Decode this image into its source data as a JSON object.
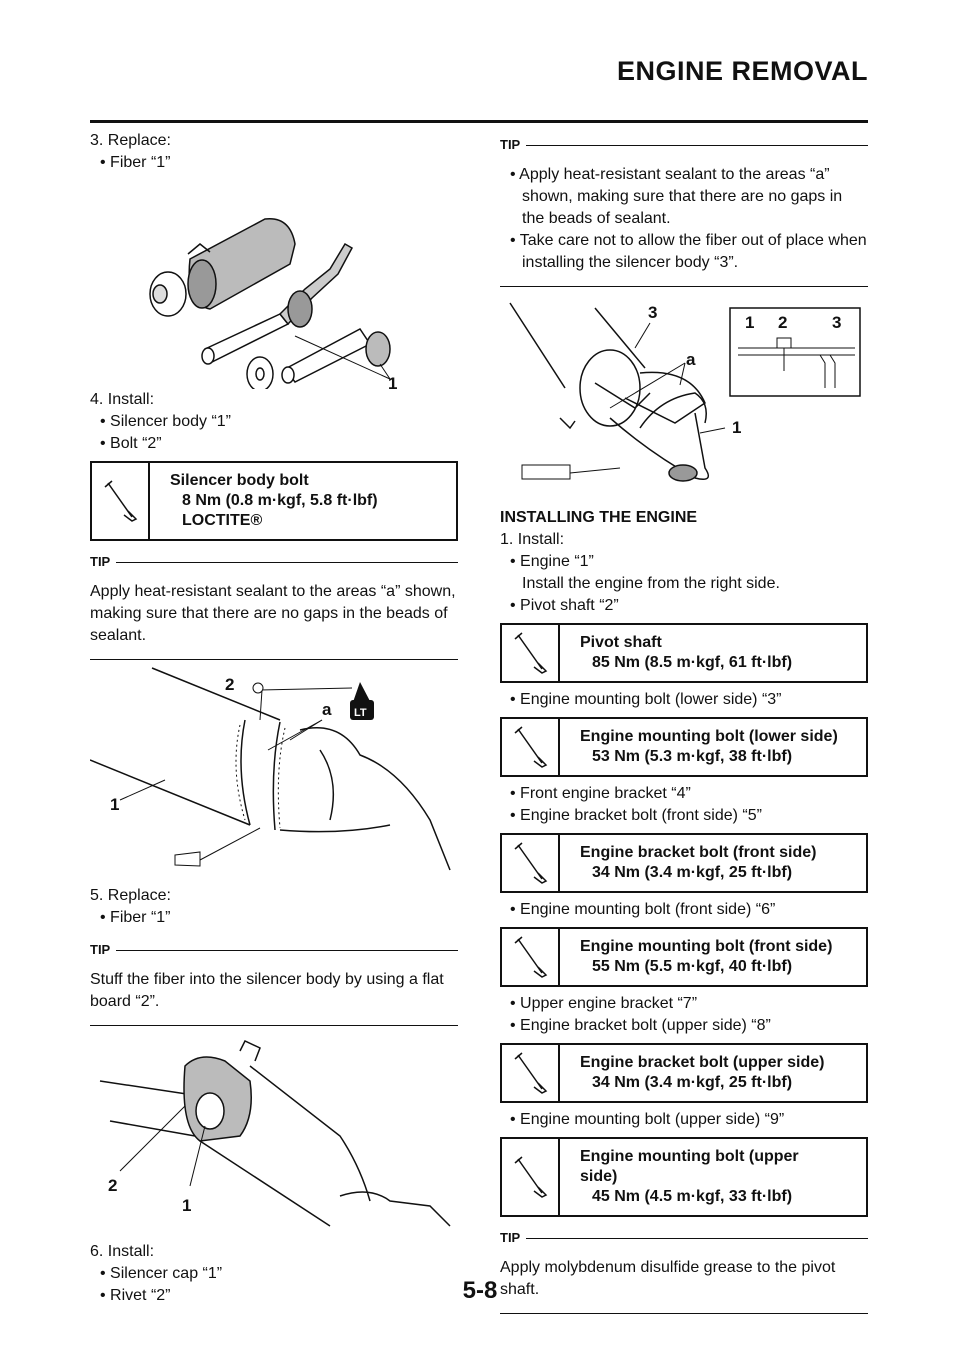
{
  "header": {
    "title": "ENGINE REMOVAL"
  },
  "footer": {
    "page_number": "5-8"
  },
  "left": {
    "step3": {
      "label": "3. Replace:",
      "bullets": [
        "Fiber “1”"
      ]
    },
    "fig1_callouts": [
      "1"
    ],
    "step4": {
      "label": "4. Install:",
      "bullets": [
        "Silencer body “1”",
        "Bolt “2”"
      ]
    },
    "spec1": {
      "name": "Silencer body bolt",
      "value": "8 Nm (0.8 m·kgf, 5.8 ft·lbf)",
      "extra": "LOCTITE®"
    },
    "tip1": {
      "label": "TIP",
      "text": "Apply heat-resistant sealant to the areas “a” shown, making sure that there are no gaps in the beads of sealant."
    },
    "fig2_callouts": [
      "2",
      "a",
      "1",
      "LT"
    ],
    "step5": {
      "label": "5. Replace:",
      "bullets": [
        "Fiber “1”"
      ]
    },
    "tip2": {
      "label": "TIP",
      "text": "Stuff the fiber into the silencer body by using a flat board “2”."
    },
    "fig3_callouts": [
      "2",
      "1"
    ],
    "step6": {
      "label": "6. Install:",
      "bullets": [
        "Silencer cap “1”",
        "Rivet “2”"
      ]
    }
  },
  "right": {
    "tip3": {
      "label": "TIP",
      "bullets": [
        "Apply heat-resistant sealant to the areas “a” shown, making sure that there are no gaps in the beads of sealant.",
        "Take care not to allow the fiber out of place when installing the silencer body “3”."
      ]
    },
    "fig4_callouts": [
      "3",
      "a",
      "1",
      "1",
      "2",
      "3"
    ],
    "section_title": "INSTALLING THE ENGINE",
    "step1": {
      "label": "1. Install:",
      "bullet1": "Engine “1”",
      "sub1": "Install the engine from the right side.",
      "bullet2": "Pivot shaft “2”"
    },
    "spec_pivot": {
      "name": "Pivot shaft",
      "value": "85 Nm (8.5 m·kgf, 61 ft·lbf)"
    },
    "b_lower": "Engine mounting bolt (lower side) “3”",
    "spec_lower": {
      "name": "Engine mounting bolt (lower side)",
      "value": "53 Nm (5.3 m·kgf, 38 ft·lbf)"
    },
    "b_front_bracket": "Front engine bracket “4”",
    "b_front_bolt": "Engine bracket bolt (front side) “5”",
    "spec_front_bracket": {
      "name": "Engine bracket bolt (front side)",
      "value": "34 Nm (3.4 m·kgf, 25 ft·lbf)"
    },
    "b_front_mount": "Engine mounting bolt (front side) “6”",
    "spec_front_mount": {
      "name": "Engine mounting bolt (front side)",
      "value": "55 Nm (5.5 m·kgf, 40 ft·lbf)"
    },
    "b_upper_bracket": "Upper engine bracket “7”",
    "b_upper_bolt": "Engine bracket bolt (upper side) “8”",
    "spec_upper_bracket": {
      "name": "Engine bracket bolt (upper side)",
      "value": "34 Nm (3.4 m·kgf, 25 ft·lbf)"
    },
    "b_upper_mount": "Engine mounting bolt (upper side) “9”",
    "spec_upper_mount": {
      "name1": "Engine mounting bolt (upper",
      "name2": "side)",
      "value": "45 Nm (4.5 m·kgf, 33 ft·lbf)"
    },
    "tip4": {
      "label": "TIP",
      "text": "Apply molybdenum disulfide grease to the pivot shaft."
    }
  }
}
